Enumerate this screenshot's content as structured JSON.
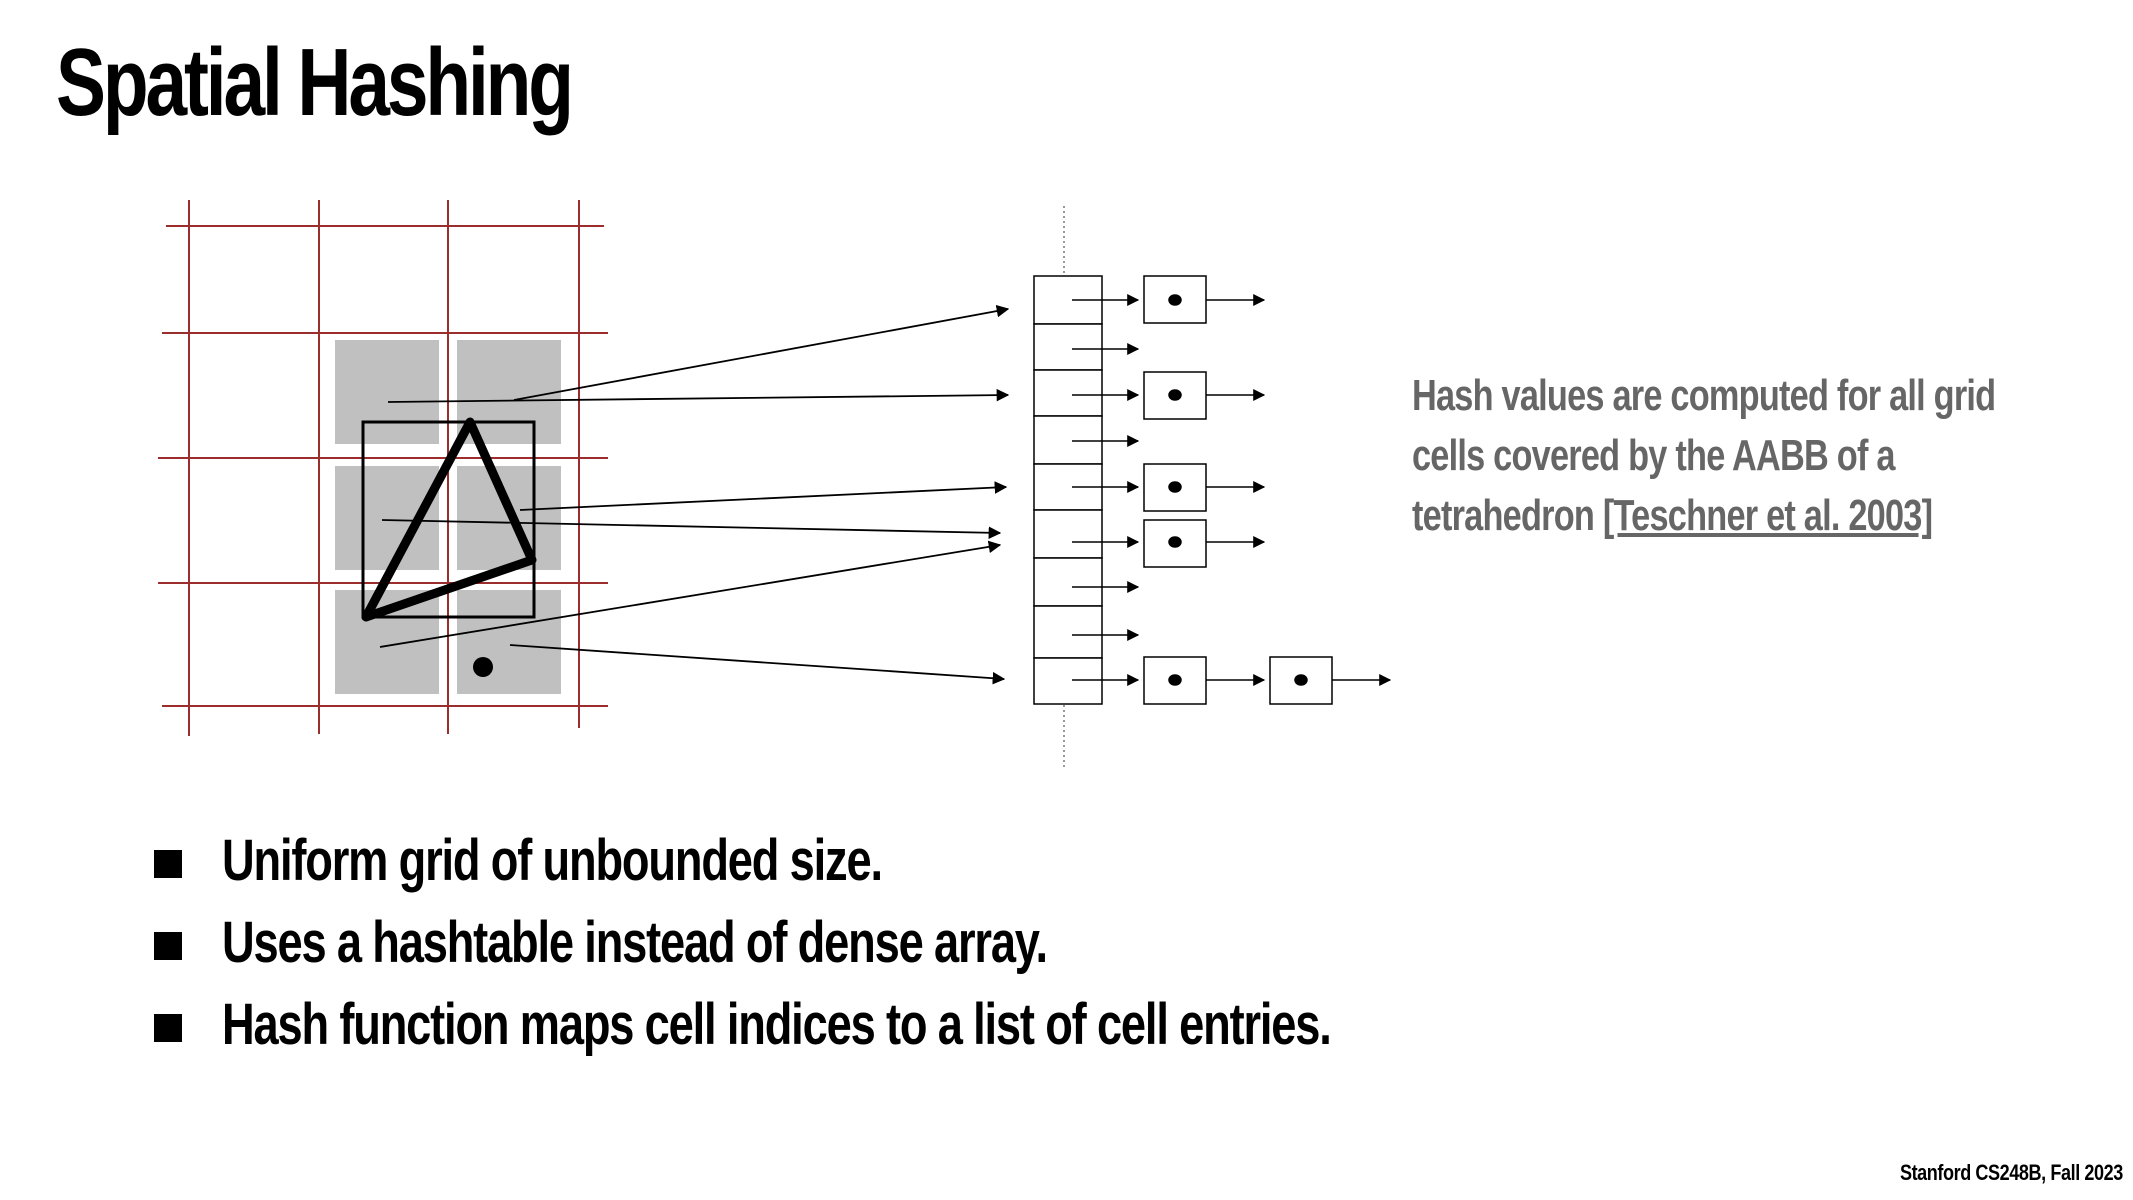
{
  "slide": {
    "title": "Spatial Hashing",
    "note": {
      "text": "Hash values are computed for all grid cells covered by the AABB of a tetrahedron ",
      "reference": "[Teschner et al. 2003]"
    },
    "bullets": [
      "Uniform grid of unbounded size.",
      "Uses a hashtable instead of dense array.",
      "Hash function maps cell indices to a list of cell entries."
    ],
    "footer": "Stanford CS248B, Fall 2023"
  },
  "colors": {
    "grid_line": "#9b2d2d",
    "covered_cell": "#c0c0c0",
    "note_text": "#666666",
    "ink": "#000000"
  },
  "diagram": {
    "grid_columns": 3,
    "grid_rows": 4,
    "covered_cells": [
      "col 2 row 2",
      "col 3 row 2",
      "col 2 row 3",
      "col 3 row 3",
      "col 2 row 4",
      "col 3 row 4"
    ],
    "hash_table_slots": 9,
    "bucket_entry_counts": [
      1,
      0,
      1,
      0,
      1,
      1,
      0,
      0,
      2
    ]
  }
}
